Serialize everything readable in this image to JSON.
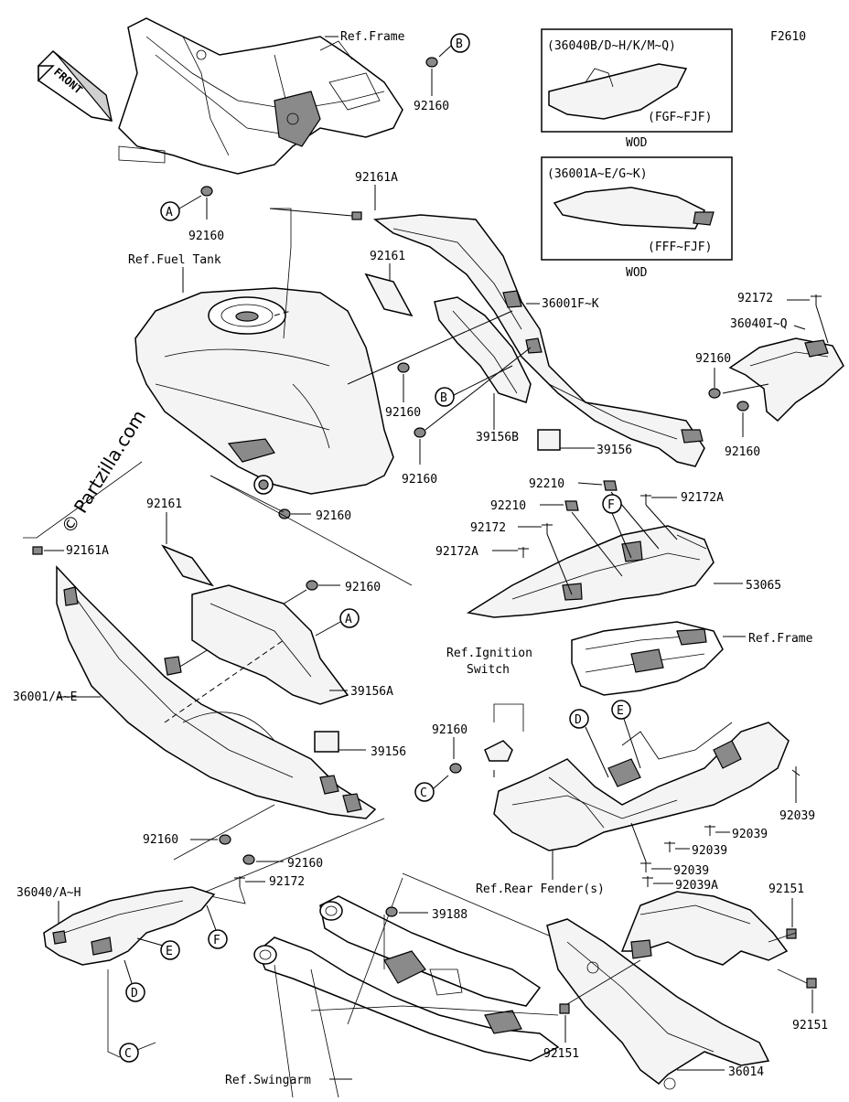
{
  "diagram": {
    "code": "F2610",
    "watermark": "© Partzilla.com",
    "front_arrow": "FRONT",
    "inset_top": {
      "part": "(36040B/D~H/K/M~Q)",
      "range": "(FGF~FJF)",
      "label": "WOD"
    },
    "inset_bottom": {
      "part": "(36001A~E/G~K)",
      "range": "(FFF~FJF)",
      "label": "WOD"
    },
    "refs": {
      "frame_top": "Ref.Frame",
      "fuel_tank": "Ref.Fuel Tank",
      "frame_mid": "Ref.Frame",
      "ignition_1": "Ref.Ignition",
      "ignition_2": "Switch",
      "rear_fender": "Ref.Rear Fender(s)",
      "swingarm": "Ref.Swingarm"
    },
    "callouts": {
      "A": "A",
      "B": "B",
      "C": "C",
      "D": "D",
      "E": "E",
      "F": "F"
    },
    "parts": {
      "p92160_top": "92160",
      "p92160_a": "92160",
      "p92161A_top": "92161A",
      "p92161_top": "92161",
      "p36001FK": "36001F~K",
      "p92160_tank1": "92160",
      "p92160_tank2": "92160",
      "p39156B": "39156B",
      "p39156_top": "39156",
      "p92172_top": "92172",
      "p36040IQ": "36040I~Q",
      "p92160_r1": "92160",
      "p92160_r2": "92160",
      "p92160_tank3": "92160",
      "p92161_left": "92161",
      "p92161A_left": "92161A",
      "p92160_left": "92160",
      "p36001AE": "36001/A~E",
      "p39156A": "39156A",
      "p39156_left": "39156",
      "p92210_1": "92210",
      "p92210_2": "92210",
      "p92172A_1": "92172A",
      "p92172_mid": "92172",
      "p92172A_2": "92172A",
      "p53065": "53065",
      "p92160_ign": "92160",
      "p92039_1": "92039",
      "p92039_2": "92039",
      "p92039_3": "92039",
      "p92039_4": "92039",
      "p92039A": "92039A",
      "p92160_low1": "92160",
      "p92160_low2": "92160",
      "p92172_low": "92172",
      "p36040AH": "36040/A~H",
      "p39188": "39188",
      "p92151_1": "92151",
      "p92151_2": "92151",
      "p92151_3": "92151",
      "p36014": "36014"
    }
  }
}
